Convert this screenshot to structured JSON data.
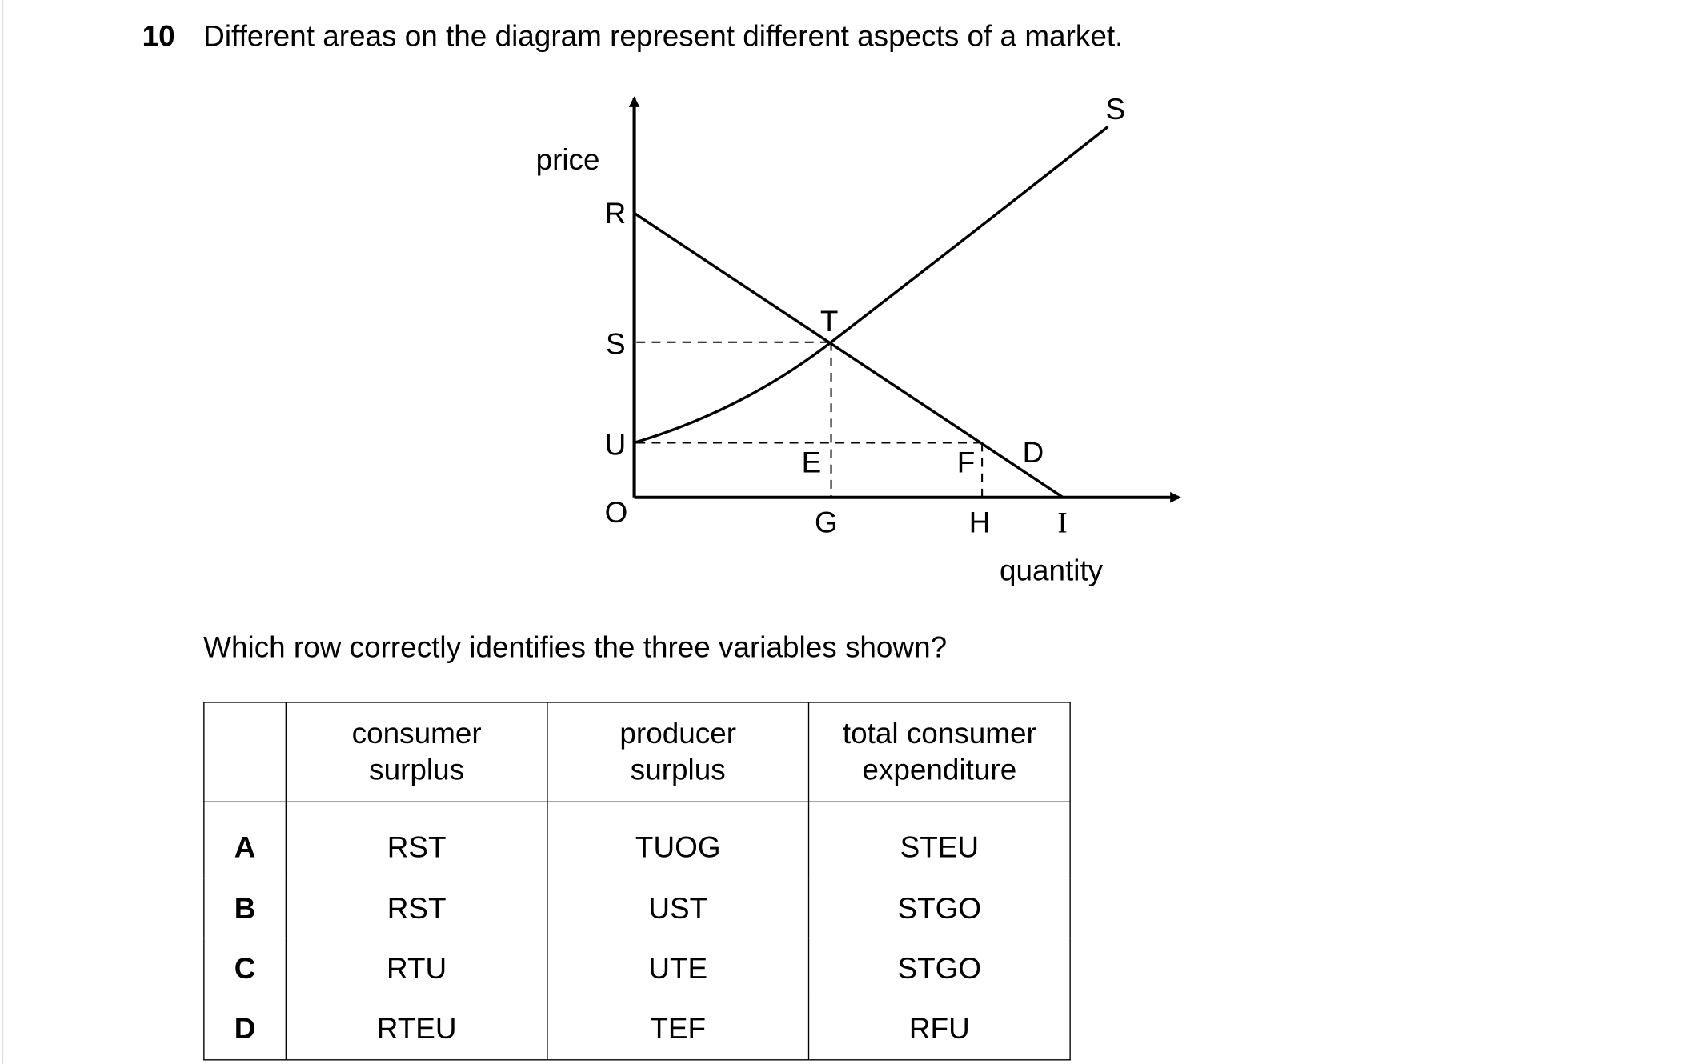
{
  "question": {
    "number": "10",
    "text": "Different areas on the diagram represent different aspects of a market.",
    "prompt": "Which row correctly identifies the three variables shown?"
  },
  "diagram": {
    "y_axis_label": "price",
    "x_axis_label": "quantity",
    "supply_label": "S",
    "demand_label": "D",
    "points": {
      "R": "R",
      "S": "S",
      "U": "U",
      "O": "O",
      "T": "T",
      "E": "E",
      "F": "F",
      "G": "G",
      "H": "H",
      "I": "I"
    }
  },
  "table": {
    "headers": [
      "",
      "consumer\nsurplus",
      "producer\nsurplus",
      "total consumer\nexpenditure"
    ],
    "header_lines": [
      [
        "consumer",
        "surplus"
      ],
      [
        "producer",
        "surplus"
      ],
      [
        "total consumer",
        "expenditure"
      ]
    ],
    "rows": [
      {
        "option": "A",
        "consumer_surplus": "RST",
        "producer_surplus": "TUOG",
        "total_expenditure": "STEU"
      },
      {
        "option": "B",
        "consumer_surplus": "RST",
        "producer_surplus": "UST",
        "total_expenditure": "STGO"
      },
      {
        "option": "C",
        "consumer_surplus": "RTU",
        "producer_surplus": "UTE",
        "total_expenditure": "STGO"
      },
      {
        "option": "D",
        "consumer_surplus": "RTEU",
        "producer_surplus": "TEF",
        "total_expenditure": "RFU"
      }
    ]
  }
}
